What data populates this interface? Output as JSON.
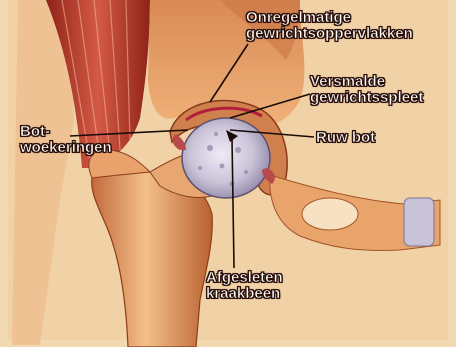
{
  "labels": {
    "irregular_surfaces": "Onregelmatige\ngewrichtsoppervlakken",
    "narrowed_joint_space": "Versmalde\ngewrichtsspleet",
    "bone_spurs": "Bot-\nwoekeringen",
    "rough_bone": "Ruw bot",
    "worn_cartilage": "Afgesleten\nkraakbeen"
  },
  "colors": {
    "background": "#f3d9b1",
    "bone": "#e7a36a",
    "muscle": "#b63a2c",
    "cartilage": "#c9c3d8",
    "label_text": "#ffffff",
    "leader_line": "#1a0c06"
  }
}
